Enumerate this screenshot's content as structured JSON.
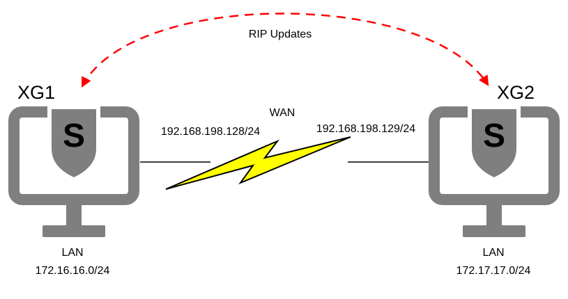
{
  "diagram": {
    "rip_label": "RIP Updates",
    "wan": {
      "label": "WAN",
      "left_ip": "192.168.198.128/24",
      "right_ip": "192.168.198.129/24"
    },
    "xg1": {
      "name": "XG1",
      "lan_label": "LAN",
      "lan_subnet": "172.16.16.0/24"
    },
    "xg2": {
      "name": "XG2",
      "lan_label": "LAN",
      "lan_subnet": "172.17.17.0/24"
    },
    "icon_letter": "S",
    "colors": {
      "device_gray": "#7f7f7f",
      "arrow_red": "#ff0000",
      "bolt_yellow": "#ffff00"
    }
  }
}
